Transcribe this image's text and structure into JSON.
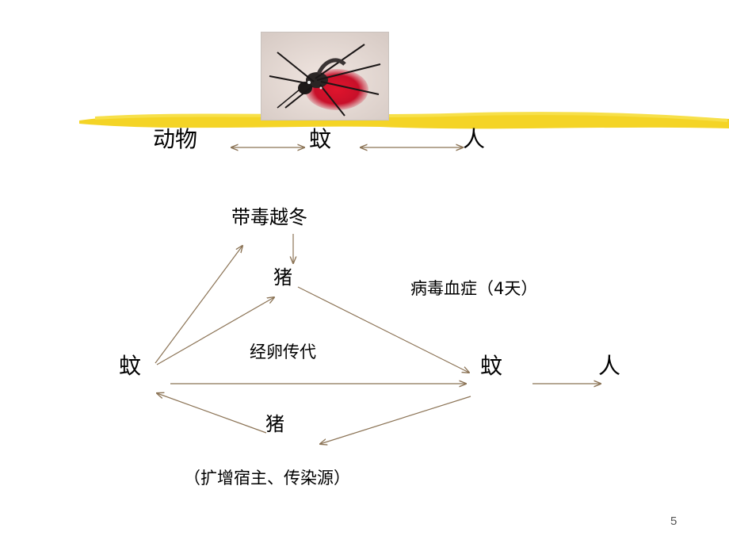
{
  "top_row": {
    "animal": "动物",
    "mosquito": "蚊",
    "human": "人"
  },
  "cycle": {
    "overwinter": "带毒越冬",
    "pig_top": "猪",
    "viremia": "病毒血症（4天）",
    "mosquito_left": "蚊",
    "transovarial": "经卵传代",
    "mosquito_right": "蚊",
    "human": "人",
    "pig_bottom": "猪",
    "host_note": "（扩增宿主、传染源）"
  },
  "page_number": "5",
  "colors": {
    "highlight_stroke": "#f3d21a",
    "arrow": "#8b7355",
    "text": "#000000"
  },
  "image": {
    "icon": "mosquito-photo"
  }
}
